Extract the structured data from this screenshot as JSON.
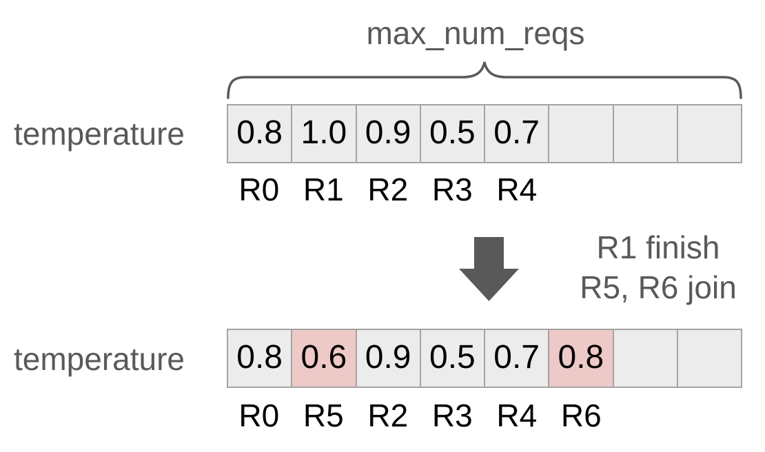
{
  "colors": {
    "cell_bg": "#ececec",
    "cell_border": "#a3a3a3",
    "highlight_bg": "#edc9c7",
    "gray_text": "#595959",
    "number_text": "#000000"
  },
  "brace_label": "max_num_reqs",
  "before": {
    "row_label": "temperature",
    "cells": [
      {
        "value": "0.8",
        "highlight": false
      },
      {
        "value": "1.0",
        "highlight": false
      },
      {
        "value": "0.9",
        "highlight": false
      },
      {
        "value": "0.5",
        "highlight": false
      },
      {
        "value": "0.7",
        "highlight": false
      },
      {
        "value": "",
        "highlight": false
      },
      {
        "value": "",
        "highlight": false
      },
      {
        "value": "",
        "highlight": false
      }
    ],
    "labels": [
      "R0",
      "R1",
      "R2",
      "R3",
      "R4"
    ]
  },
  "transition": {
    "line1": "R1 finish",
    "line2": "R5, R6 join"
  },
  "after": {
    "row_label": "temperature",
    "cells": [
      {
        "value": "0.8",
        "highlight": false
      },
      {
        "value": "0.6",
        "highlight": true
      },
      {
        "value": "0.9",
        "highlight": false
      },
      {
        "value": "0.5",
        "highlight": false
      },
      {
        "value": "0.7",
        "highlight": false
      },
      {
        "value": "0.8",
        "highlight": true
      },
      {
        "value": "",
        "highlight": false
      },
      {
        "value": "",
        "highlight": false
      }
    ],
    "labels": [
      "R0",
      "R5",
      "R2",
      "R3",
      "R4",
      "R6"
    ]
  }
}
